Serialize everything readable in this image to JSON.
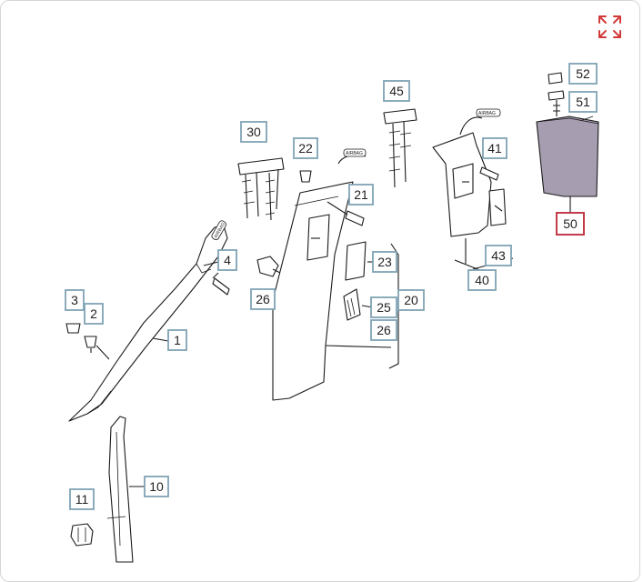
{
  "expand_icon": "expand-arrows-icon",
  "accent": "#c23b4a",
  "label_border": "#7fa3b5",
  "airbag_text": "AIRBAG",
  "callouts": {
    "c1": "1",
    "c2": "2",
    "c3": "3",
    "c4": "4",
    "c10": "10",
    "c11": "11",
    "c20": "20",
    "c21": "21",
    "c22": "22",
    "c23": "23",
    "c25": "25",
    "c26a": "26",
    "c26b": "26",
    "c30": "30",
    "c40": "40",
    "c41": "41",
    "c43": "43",
    "c45": "45",
    "c50": "50",
    "c51": "51",
    "c52": "52"
  },
  "selected_callout": "50"
}
